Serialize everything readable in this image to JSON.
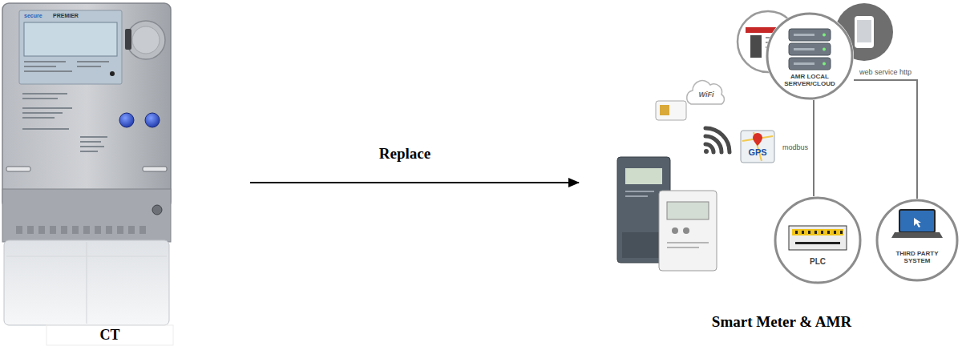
{
  "diagram": {
    "nodes": [
      {
        "text": [
          "CT"
        ]
      },
      {
        "text": [
          "Smart Meter & AMR"
        ]
      },
      {
        "text": [
          "AMR LOCAL SERVER/CLOUD"
        ],
        "in": 1
      },
      {
        "text": [
          "PLC"
        ],
        "in": 1
      },
      {
        "text": [
          "THIRD PARTY SYSTEM"
        ],
        "in": 1
      }
    ],
    "edges": [
      {
        "from": 0,
        "to": 1,
        "arrow": "to",
        "label": "Replace"
      },
      {
        "from": 2,
        "to": 3,
        "arrow": "none",
        "label": "modbus"
      },
      {
        "from": 2,
        "to": 4,
        "arrow": "none",
        "label": "web service http"
      }
    ],
    "labels": [
      "secure",
      "PREMIER",
      "WiFi",
      "GPS"
    ]
  }
}
